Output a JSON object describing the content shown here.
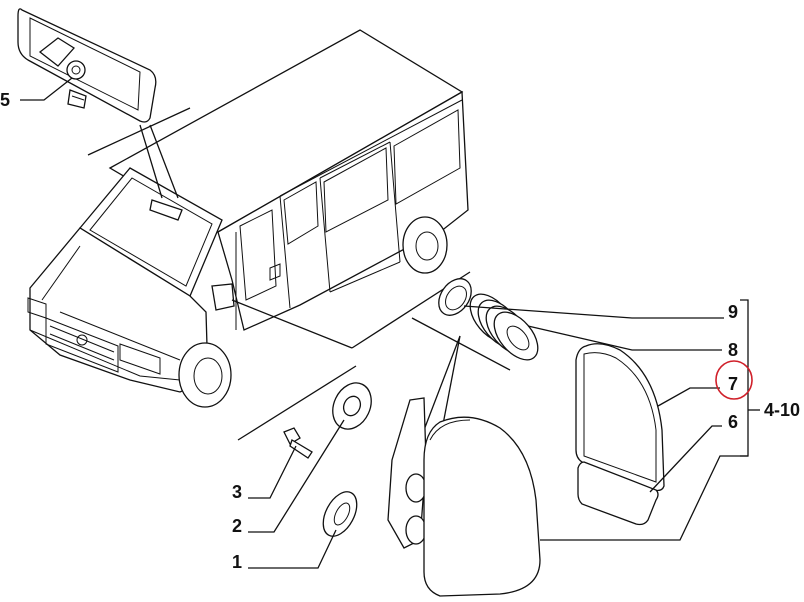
{
  "callouts": {
    "c1": "1",
    "c2": "2",
    "c3": "3",
    "c4_10": "4-10",
    "c5": "5",
    "c6": "6",
    "c7": "7",
    "c8": "8",
    "c9": "9"
  },
  "colors": {
    "line": "#111111",
    "highlight_circle": "#d0202a"
  },
  "highlighted_callout": "7"
}
